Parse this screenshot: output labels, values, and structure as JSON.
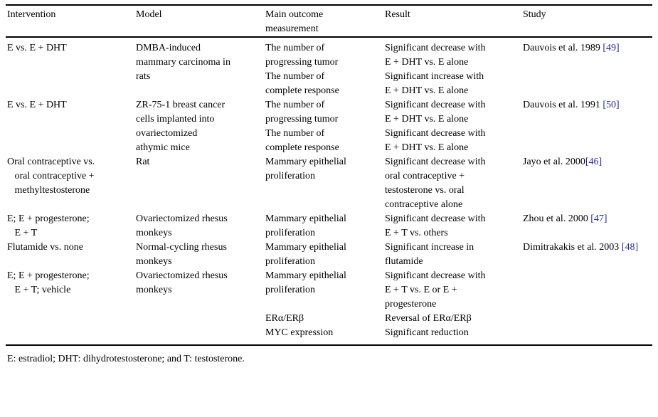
{
  "page": {
    "background": "#ffffff",
    "text_color": "#000000",
    "citation_color": "#26269b"
  },
  "table": {
    "headers": {
      "intervention": "Intervention",
      "model": "Model",
      "outcome": "Main outcome\nmeasurement",
      "result": "Result",
      "study": "Study"
    },
    "groups": [
      {
        "intervention": "E vs. E + DHT",
        "model": "DMBA-induced\nmammary carcinoma in\nrats",
        "subrows": [
          {
            "outcome": "The number of\nprogressing tumor",
            "result": "Significant decrease with\nE + DHT vs. E alone",
            "study": "Dauvois et al. 1989 ",
            "ref": "[49]"
          },
          {
            "outcome": "The number of\ncomplete response",
            "result": "Significant increase with\nE + DHT vs. E alone",
            "study": "",
            "ref": ""
          }
        ]
      },
      {
        "intervention": "E vs. E + DHT",
        "model": "ZR-75-1 breast cancer\ncells implanted into\novariectomized\nathymic mice",
        "subrows": [
          {
            "outcome": "The number of\nprogressing tumor",
            "result": "Significant decrease with\nE + DHT vs. E alone",
            "study": "Dauvois et al. 1991 ",
            "ref": "[50]"
          },
          {
            "outcome": "The number of\ncomplete response",
            "result": "Significant decrease with\nE + DHT vs. E alone",
            "study": "",
            "ref": ""
          }
        ]
      },
      {
        "intervention": "Oral contraceptive vs.\n   oral contraceptive +\n   methyltestosterone",
        "model": "Rat",
        "subrows": [
          {
            "outcome": "Mammary epithelial\nproliferation",
            "result": "Significant decrease with\noral contraceptive +\ntestosterone vs. oral\ncontraceptive alone",
            "study": "Jayo et al. 2000",
            "ref": "[46]"
          }
        ]
      },
      {
        "intervention": "E; E + progesterone;\n   E + T",
        "model": "Ovariectomized rhesus\nmonkeys",
        "subrows": [
          {
            "outcome": "Mammary epithelial\nproliferation",
            "result": "Significant decrease with\nE + T vs. others",
            "study": "Zhou et al. 2000 ",
            "ref": "[47]"
          }
        ]
      },
      {
        "intervention": "Flutamide vs. none",
        "model": "Normal-cycling rhesus\nmonkeys",
        "subrows": [
          {
            "outcome": "Mammary epithelial\nproliferation",
            "result": "Significant increase in\nflutamide",
            "study": "Dimitrakakis et al. 2003 ",
            "ref": "[48]"
          }
        ]
      },
      {
        "intervention": "E; E + progesterone;\n   E + T; vehicle",
        "model": "Ovariectomized rhesus\nmonkeys",
        "subrows": [
          {
            "outcome": "Mammary epithelial\nproliferation",
            "result": "Significant decrease with\nE + T vs. E or E +\nprogesterone",
            "study": "",
            "ref": ""
          },
          {
            "outcome": "ERα/ERβ",
            "result": "Reversal of ERα/ERβ",
            "study": "",
            "ref": ""
          },
          {
            "outcome": "MYC expression",
            "result": "Significant reduction",
            "study": "",
            "ref": ""
          }
        ]
      }
    ]
  },
  "footnote": "E: estradiol; DHT: dihydrotestosterone; and T: testosterone."
}
